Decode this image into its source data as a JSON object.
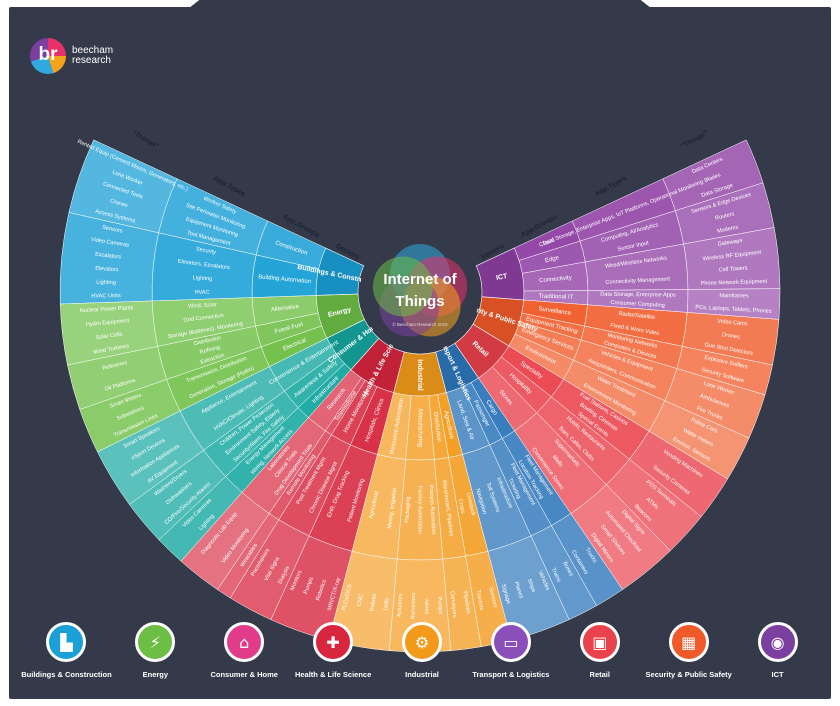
{
  "brand": {
    "mark": "br",
    "line1": "beecham",
    "line2": "research"
  },
  "title": "World of IoT",
  "hub": {
    "line1": "Internet of",
    "line2": "Things",
    "copyright": "© Beecham Research 2015"
  },
  "ring_headers": {
    "left": [
      "Sectors",
      "App.Groups",
      "App.Types",
      "\"Things\""
    ],
    "right": [
      "Sectors",
      "App.Groups",
      "App.Types",
      "\"Things\""
    ]
  },
  "sectors": [
    {
      "name": "Buildings & Construction",
      "ring_label": "Buildings & Construction",
      "color": "#1a9fd6",
      "groups": [
        {
          "name": "Building Automation",
          "types": [
            "HVAC",
            "Lighting",
            "Elevators, Escalators",
            "Security"
          ],
          "things": [
            "HVAC Units",
            "Lighting",
            "Elevators",
            "Escalators",
            "Video Cameras",
            "Sensors"
          ]
        },
        {
          "name": "Construction",
          "types": [
            "Tool Management",
            "Equipment Monitoring",
            "Site Perimeter Monitoring",
            "Worker Safety"
          ],
          "things": [
            "Access Systems",
            "Cranes",
            "Connected Tools",
            "Lone Worker",
            "Rented Equip (Cement Mixers, Generators, etc.)"
          ]
        }
      ]
    },
    {
      "name": "Energy",
      "ring_label": "Energy",
      "color": "#6dbe45",
      "groups": [
        {
          "name": "Electrical",
          "types": [
            "Generation, Storage (Hydro)",
            "Transmission, Distribution"
          ],
          "things": [
            "Transmission Lines",
            "Substations",
            "Smart Meters"
          ]
        },
        {
          "name": "Fossil Fuel",
          "types": [
            "Extraction",
            "Refining",
            "Distribution"
          ],
          "things": [
            "Oil Platforms",
            "Refineries"
          ]
        },
        {
          "name": "Alternative",
          "types": [
            "Storage (Batteries), Monitoring",
            "Grid Connection",
            "Wind, Solar"
          ],
          "things": [
            "Wind Turbines",
            "Solar Cells",
            "Hydro Equipment",
            "Nuclear Power Plants"
          ]
        }
      ]
    },
    {
      "name": "Consumer & Home",
      "ring_label": "Consumer & Home",
      "color": "#15a7a0",
      "groups": [
        {
          "name": "Infrastructure",
          "types": [
            "Wiring, Network Access",
            "Energy Management"
          ],
          "things": [
            "Lighting",
            "Video Cameras"
          ]
        },
        {
          "name": "Awareness & Safety",
          "types": [
            "Security/Alarm, Fire Safety",
            "Environment Safety, Elderly",
            "Children, Power Protection"
          ],
          "things": [
            "CO/Fire/Security Alarms",
            "Dishwashers",
            "Washers/Dryers"
          ]
        },
        {
          "name": "Convenience & Entertainment",
          "types": [
            "HVAC/Climate, Lighting",
            "Appliance, Entertainment"
          ],
          "things": [
            "AV Equipment",
            "Information Appliances",
            "eSport Devices",
            "Smart Speakers"
          ]
        }
      ]
    },
    {
      "name": "Health & Life Science",
      "ring_label": "Health & Life Science",
      "color": "#d7263d",
      "groups": [
        {
          "name": "Hospitals, Clinics",
          "types": [
            "Patient Monitoring",
            "EHR, Drug Tracking"
          ],
          "things": [
            "MRI/CT/X-ray",
            "Robotics",
            "Pumps",
            "Monitors"
          ]
        },
        {
          "name": "Home Monitoring",
          "types": [
            "Chronic Disease Mgmt",
            "Post Treatment Mgmt"
          ],
          "things": [
            "Dialysis",
            "Vital Signs",
            "Pacemakers"
          ]
        },
        {
          "name": "Telemedicine",
          "types": [
            "Remote Monitoring"
          ],
          "things": [
            "Wearables"
          ]
        },
        {
          "name": "Research",
          "types": [
            "Drug Development Trials",
            "Clinical Trials",
            "Laboratories"
          ],
          "things": [
            "Video Monitoring",
            "Diagnostic Lab Equip"
          ]
        }
      ]
    },
    {
      "name": "Industrial",
      "ring_label": "Industrial",
      "color": "#f39a1b",
      "groups": [
        {
          "name": "Agriculture",
          "types": [
            "Livestock",
            "Crops"
          ],
          "things": [
            "Sensors",
            "Tractors"
          ]
        },
        {
          "name": "Distribution",
          "types": [
            "Warehouses, Pipelines"
          ],
          "things": [
            "Pipelines",
            "Conveyors"
          ]
        },
        {
          "name": "Manufacturing",
          "types": [
            "Process Automation",
            "Factory Automation",
            "Packaging"
          ],
          "things": [
            "Pumps",
            "Valves",
            "Harvesters",
            "Actuators"
          ]
        },
        {
          "name": "Resource Automation",
          "types": [
            "Mining, Irrigation",
            "Agricultural"
          ],
          "things": [
            "Drills",
            "Robots",
            "CNC",
            "PLCs/DCS"
          ]
        }
      ]
    },
    {
      "name": "Transport & Logistics",
      "ring_label": "Transport & Logistics",
      "color": "#2e77bb",
      "groups": [
        {
          "name": "Cargo",
          "types": [
            "Fleet Management",
            "Location Tracking"
          ],
          "things": [
            "Trucks",
            "Containers"
          ]
        },
        {
          "name": "Passenger",
          "types": [
            "Fleet Management",
            "Ticketing"
          ],
          "things": [
            "Buses",
            "Trains"
          ]
        },
        {
          "name": "Land, Sea & Air",
          "types": [
            "Infrastructure",
            "Toll Systems",
            "Navigation"
          ],
          "things": [
            "Vehicles",
            "Ships",
            "Planes",
            "Signage"
          ]
        }
      ]
    },
    {
      "name": "Retail",
      "ring_label": "Retail",
      "color": "#e9424c",
      "groups": [
        {
          "name": "Speciality",
          "types": [
            "Fuel Stations, Casinos",
            "Bowling, Cinemas",
            "Special Events"
          ],
          "things": [
            "Vending Machines",
            "Security Cameras"
          ]
        },
        {
          "name": "Hospitality",
          "types": [
            "Hotels, Restaurants",
            "Bars, Cafes, Clubs"
          ],
          "things": [
            "POS Terminals",
            "ATMs",
            "Beacons"
          ]
        },
        {
          "name": "Stores",
          "types": [
            "Supermarkets",
            "Malls",
            "Convenience Stores"
          ],
          "things": [
            "Digital Signs",
            "Automated Checkout",
            "Smart Shelves",
            "Digital Mirrors"
          ]
        }
      ]
    },
    {
      "name": "Security & Public Safety",
      "ring_label": "Security & Public Safety",
      "color": "#f05a28",
      "groups": [
        {
          "name": "Surveillance",
          "types": [
            "Radar/Satellite",
            "Fixed & Worn Video"
          ],
          "things": [
            "Video Cams",
            "Drones",
            "Gun Shot Detectors"
          ]
        },
        {
          "name": "Equipment Tracking",
          "types": [
            "Monitoring Networks",
            "Computers & Devices"
          ],
          "things": [
            "Explosive Sniffers",
            "Security Software"
          ]
        },
        {
          "name": "Emergency Services",
          "types": [
            "Vehicles & Equipment",
            "Responders, Communication"
          ],
          "things": [
            "Lone Worker",
            "Ambulances",
            "Fire Trucks"
          ]
        },
        {
          "name": "Environment",
          "types": [
            "Water Treatment",
            "Environment Monitoring"
          ],
          "things": [
            "Police Cars",
            "Water meters",
            "Environ. Sensors"
          ]
        }
      ]
    },
    {
      "name": "ICT",
      "ring_label": "ICT",
      "color": "#8e3fa3",
      "groups": [
        {
          "name": "Cloud",
          "types": [
            "Data Storage, Enterprise Apps, IoT Platforms, Operational Monitoring"
          ],
          "things": [
            "Data Centers",
            "Blades",
            "Data Storage"
          ]
        },
        {
          "name": "Edge",
          "types": [
            "Computing, AI/Analytics",
            "Sensor Input"
          ],
          "things": [
            "Sensors & Edge Devices",
            "Routers",
            "Modems"
          ]
        },
        {
          "name": "Connectivity",
          "types": [
            "Wired/Wireless Networks",
            "Connectivity Management"
          ],
          "things": [
            "Gateways",
            "Wireless RF Equipment",
            "Cell Towers",
            "Phone Network Equipment"
          ]
        },
        {
          "name": "Traditional IT",
          "types": [
            "Data Storage, Enterprise Apps",
            "Consumer Computing"
          ],
          "things": [
            "Mainframes",
            "PCs, Laptops, Tablets, Phones"
          ]
        }
      ]
    }
  ],
  "legend": [
    {
      "label": "Buildings & Construction",
      "color": "#1a9fd6",
      "icon": "building-icon",
      "glyph": "▙"
    },
    {
      "label": "Energy",
      "color": "#6dbe45",
      "icon": "energy-icon",
      "glyph": "⚡"
    },
    {
      "label": "Consumer & Home",
      "color": "#e23b8a",
      "icon": "home-icon",
      "glyph": "⌂"
    },
    {
      "label": "Health & Life Science",
      "color": "#d7263d",
      "icon": "health-icon",
      "glyph": "✚"
    },
    {
      "label": "Industrial",
      "color": "#f39a1b",
      "icon": "industrial-icon",
      "glyph": "⚙"
    },
    {
      "label": "Transport & Logistics",
      "color": "#8a4fb8",
      "icon": "transport-icon",
      "glyph": "▭"
    },
    {
      "label": "Retail",
      "color": "#e9424c",
      "icon": "retail-icon",
      "glyph": "▣"
    },
    {
      "label": "Security & Public Safety",
      "color": "#f05a28",
      "icon": "security-icon",
      "glyph": "▦"
    },
    {
      "label": "ICT",
      "color": "#7b3fa0",
      "icon": "ict-icon",
      "glyph": "◉"
    }
  ]
}
